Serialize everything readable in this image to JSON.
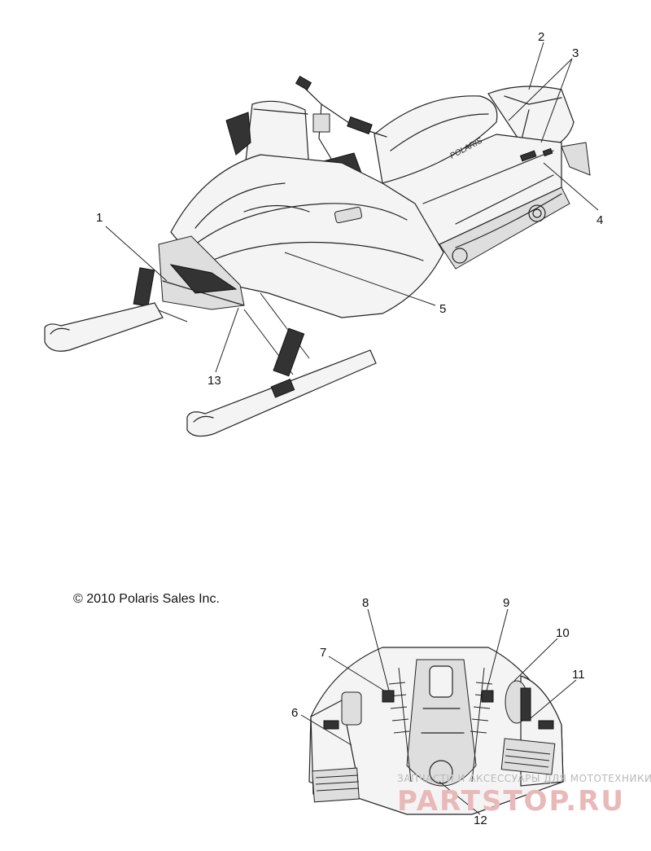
{
  "diagram": {
    "copyright": "© 2010 Polaris Sales Inc.",
    "hood_brand": "POLARIS",
    "callouts": {
      "c1": "1",
      "c2": "2",
      "c3": "3",
      "c4": "4",
      "c5": "5",
      "c6": "6",
      "c7": "7",
      "c8": "8",
      "c9": "9",
      "c10": "10",
      "c11": "11",
      "c12": "12",
      "c13": "13"
    },
    "watermark": {
      "tagline": "ЗАПЧАСТИ И АКСЕССУАРЫ ДЛЯ МОТОТЕХНИКИ",
      "brand": "PARTSTOP.RU"
    }
  }
}
